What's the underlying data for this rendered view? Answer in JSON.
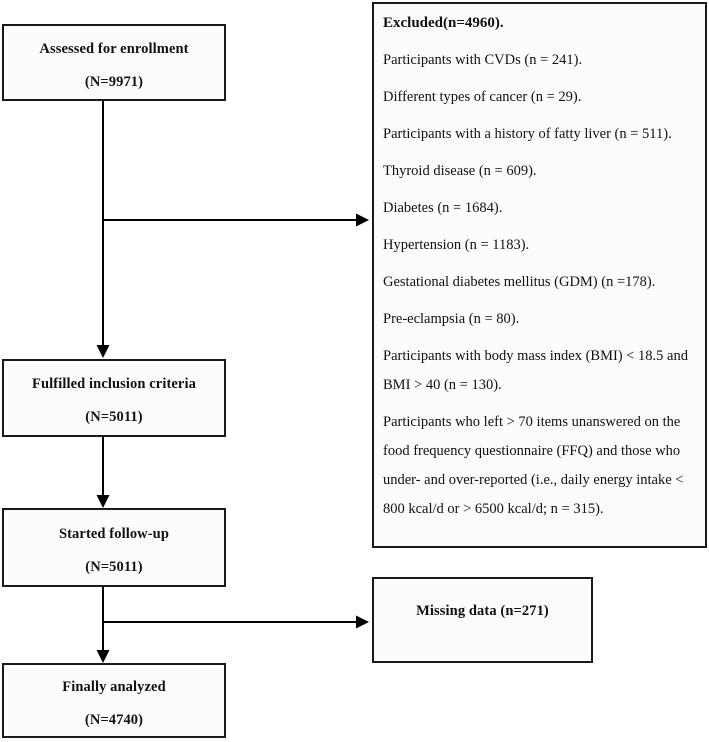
{
  "flow": {
    "assessed": {
      "title": "Assessed for enrollment",
      "n": "(N=9971)"
    },
    "fulfilled": {
      "title": "Fulfilled inclusion criteria",
      "n": "(N=5011)"
    },
    "started": {
      "title": "Started follow-up",
      "n": "(N=5011)"
    },
    "analyzed": {
      "title": "Finally analyzed",
      "n": "(N=4740)"
    },
    "missing": {
      "label": "Missing data (n=271)"
    },
    "excluded": {
      "title": "Excluded(n=4960).",
      "items": [
        "Participants with CVDs (n = 241).",
        "Different types of cancer (n = 29).",
        "Participants with a history of fatty liver (n = 511).",
        "Thyroid disease (n = 609).",
        "Diabetes (n = 1684).",
        "Hypertension (n = 1183).",
        "Gestational diabetes mellitus (GDM) (n =178).",
        "Pre-eclampsia (n = 80).",
        "Participants with body mass index (BMI) < 18.5 and BMI > 40 (n = 130).",
        "Participants who left > 70 items unanswered on the food frequency questionnaire (FFQ) and those who under- and over-reported (i.e., daily energy intake < 800 kcal/d or > 6500 kcal/d; n = 315)."
      ]
    }
  },
  "colors": {
    "border": "#1a1a1a",
    "box_fill": "#fcfcfc",
    "background": "#ffffff",
    "text": "#111111",
    "arrow": "#000000"
  }
}
